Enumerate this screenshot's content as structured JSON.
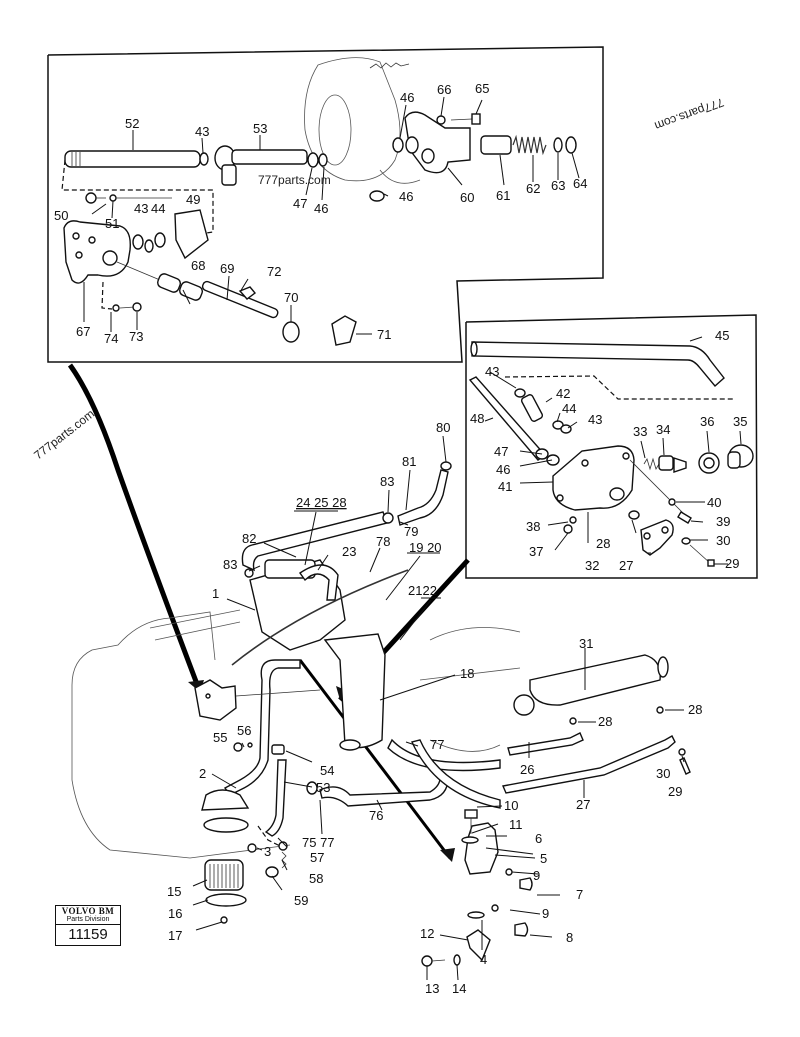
{
  "diagram": {
    "title": "Volvo BM parts diagram 11159",
    "badge": {
      "brand": "VOLVO BM",
      "division": "Parts Division",
      "number": "11159"
    },
    "watermarks": [
      "777parts.com",
      "777parts.com",
      "777parts.com"
    ],
    "inset_top_labels": {
      "l52": "52",
      "l43a": "43",
      "l53": "53",
      "l46a": "46",
      "l66": "66",
      "l65": "65",
      "l47": "47",
      "l46b": "46",
      "l46c": "46",
      "l60": "60",
      "l61": "61",
      "l62": "62",
      "l63": "63",
      "l64": "64",
      "l50": "50",
      "l51": "51",
      "l43b": "43",
      "l44": "44",
      "l49": "49",
      "l68": "68",
      "l69": "69",
      "l72": "72",
      "l70": "70",
      "l71": "71",
      "l67": "67",
      "l74": "74",
      "l73": "73"
    },
    "inset_right_labels": {
      "l45": "45",
      "l43c": "43",
      "l42": "42",
      "l44b": "44",
      "l43d": "43",
      "l48": "48",
      "l47b": "47",
      "l46d": "46",
      "l41": "41",
      "l33": "33",
      "l34": "34",
      "l36": "36",
      "l35": "35",
      "l40": "40",
      "l39": "39",
      "l38": "38",
      "l37": "37",
      "l28a": "28",
      "l30a": "30",
      "l32": "32",
      "l27a": "27",
      "l29a": "29"
    },
    "main_labels": {
      "l80": "80",
      "l81": "81",
      "l83a": "83",
      "l79": "79",
      "l24": "24 25 28",
      "l82": "82",
      "l23": "23",
      "l78": "78",
      "l1920": "19 20",
      "l83b": "83",
      "l1": "1",
      "l2122": "2122",
      "l31": "31",
      "l18": "18",
      "l28b": "28",
      "l28c": "28",
      "l55": "55",
      "l56": "56",
      "l77a": "77",
      "l2": "2",
      "l54": "54",
      "l26": "26",
      "l30b": "30",
      "l29b": "29",
      "l53b": "53",
      "l27b": "27",
      "l76": "76",
      "l10": "10",
      "l75": "75 77",
      "l3": "3",
      "l57": "57",
      "l11": "11",
      "l6": "6",
      "l58": "58",
      "l5": "5",
      "l15": "15",
      "l59": "59",
      "l9a": "9",
      "l7": "7",
      "l9b": "9",
      "l16": "16",
      "l17": "17",
      "l8": "8",
      "l12": "12",
      "l4": "4",
      "l13": "13",
      "l14": "14"
    }
  }
}
